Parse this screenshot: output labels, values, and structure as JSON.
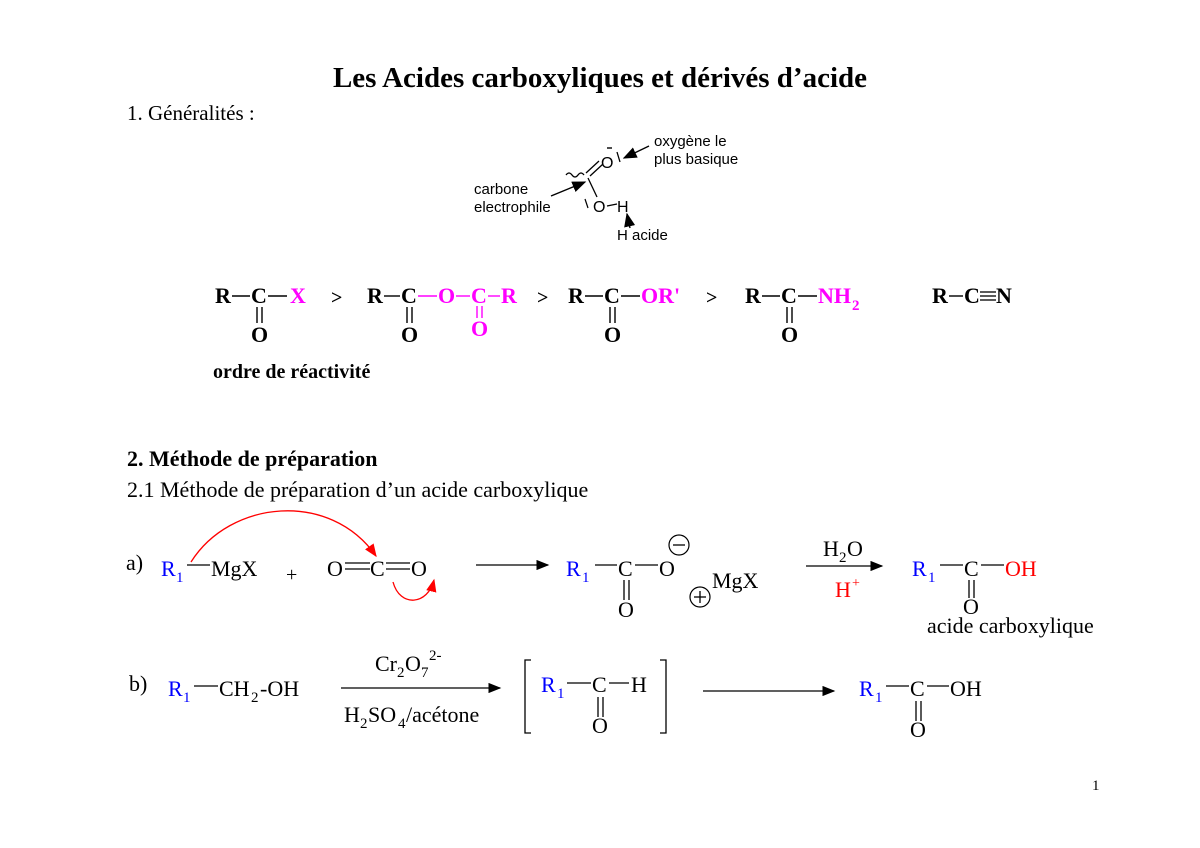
{
  "title": "Les Acides carboxyliques et dérivés d’acide",
  "section1": {
    "heading": "1. Généralités :",
    "structure": {
      "annot_oxygen_l1": "oxygène le",
      "annot_oxygen_l2": "plus basique",
      "annot_carbon_l1": "carbone",
      "annot_carbon_l2": "electrophile",
      "annot_h": "H acide",
      "atom_o_top": "O",
      "atom_o_bottom": "O",
      "atom_h": "H"
    },
    "reactivity": {
      "greater": ">",
      "acyl_halide": {
        "r": "R",
        "c": "C",
        "x": "X",
        "o": "O"
      },
      "anhydride": {
        "r": "R",
        "c": "C",
        "o_bridge": "O",
        "c2": "C",
        "r2": "R",
        "o": "O",
        "o2": "O"
      },
      "ester": {
        "r": "R",
        "c": "C",
        "or": "OR'",
        "o": "O"
      },
      "amide": {
        "r": "R",
        "c": "C",
        "nh": "NH",
        "nh_sub": "2",
        "o": "O"
      },
      "nitrile": {
        "r": "R",
        "c": "C",
        "n": "N"
      },
      "caption": "ordre de réactivité"
    }
  },
  "section2": {
    "heading": "2. Méthode de préparation",
    "subheading": "2.1   Méthode de préparation d’un acide carboxylique",
    "reaction_a": {
      "label": "a)",
      "r1": "R",
      "r1_sub": "1",
      "mgx": "MgX",
      "plus": "+",
      "o": "O",
      "c": "C",
      "minus": "−",
      "plus_charge": "+",
      "mgx2": "MgX",
      "reagent_top": "H",
      "reagent_top_sub": "2",
      "reagent_top_end": "O",
      "reagent_bottom": "H",
      "reagent_bottom_sup": "+",
      "oh": "OH",
      "product_caption": "acide carboxylique"
    },
    "reaction_b": {
      "label": "b)",
      "r1": "R",
      "r1_sub": "1",
      "start_ch": "CH",
      "start_sub": "2",
      "start_oh": "-OH",
      "ox_cr": "Cr",
      "ox_cr_sub": "2",
      "ox_o": "O",
      "ox_o_sub": "7",
      "ox_sup": "2-",
      "acid_h": "H",
      "acid_h_sub": "2",
      "acid_so": "SO",
      "acid_so_sub": "4",
      "acid_end": "/acétone",
      "c": "C",
      "h": "H",
      "o": "O",
      "oh": "OH"
    }
  },
  "page_number": "1",
  "colors": {
    "magenta": "#ff00ff",
    "blue": "#0000ff",
    "red": "#ff0000",
    "black": "#000000"
  }
}
